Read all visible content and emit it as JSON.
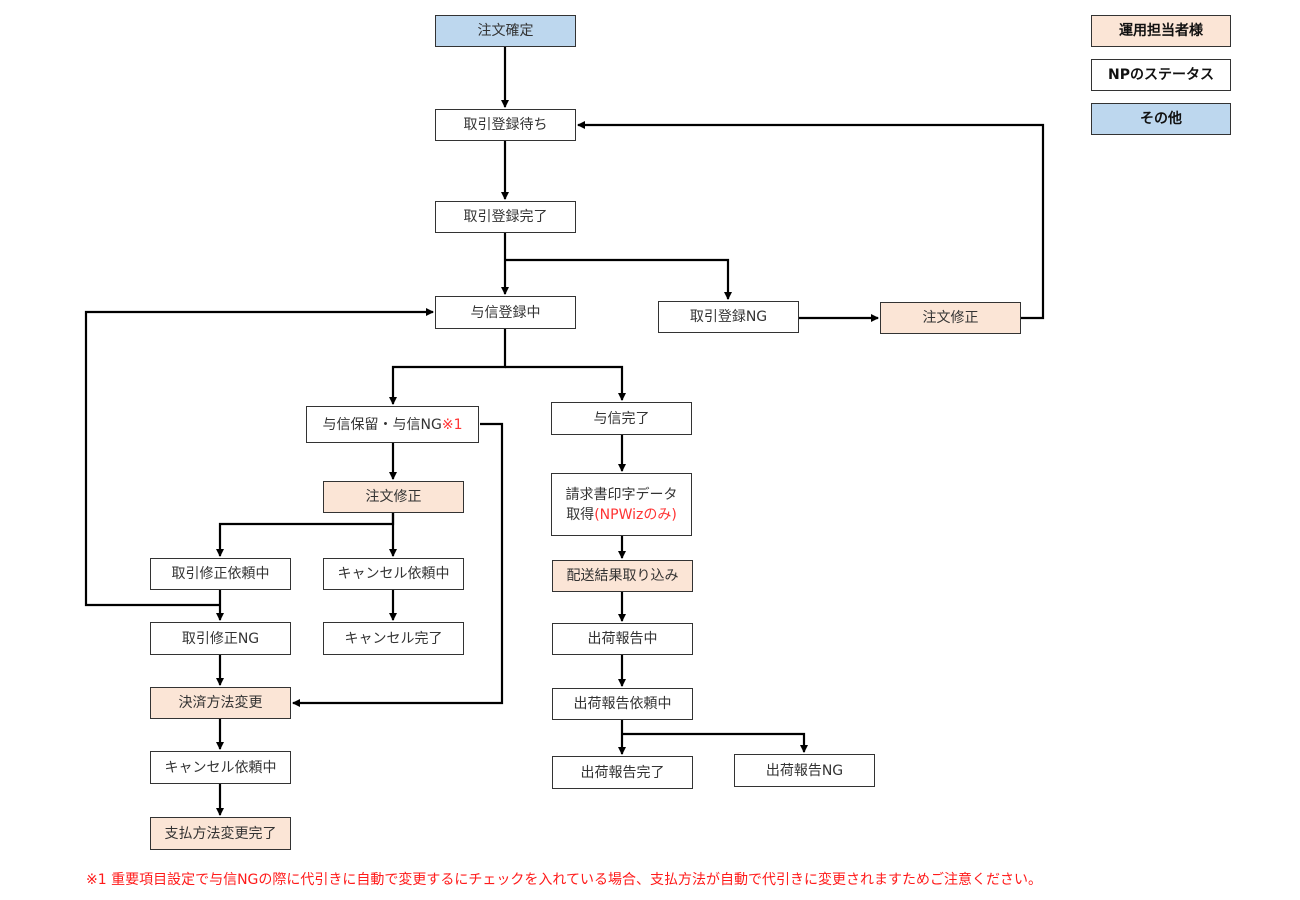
{
  "legend": {
    "operator": "運用担当者様",
    "np_status": "NPのステータス",
    "other": "その他"
  },
  "colors": {
    "operator": "#fbe5d6",
    "np_status": "#ffffff",
    "other": "#bdd7ee",
    "note": "#ff1a1a"
  },
  "nodes": {
    "order_confirmed": "注文確定",
    "txn_reg_waiting": "取引登録待ち",
    "txn_reg_done": "取引登録完了",
    "credit_registering": "与信登録中",
    "txn_reg_ng": "取引登録NG",
    "order_fix_1": "注文修正",
    "credit_hold_ng": "与信保留・与信NG",
    "credit_hold_ng_mark": "※1",
    "credit_done": "与信完了",
    "order_fix_2": "注文修正",
    "invoice_data_line1": "請求書印字データ",
    "invoice_data_line2a": "取得",
    "invoice_data_line2b": "(NPWizのみ)",
    "delivery_import": "配送結果取り込み",
    "txn_fix_requesting": "取引修正依頼中",
    "cancel_requesting_1": "キャンセル依頼中",
    "shipping_reporting": "出荷報告中",
    "txn_fix_ng": "取引修正NG",
    "cancel_done": "キャンセル完了",
    "payment_change": "決済方法変更",
    "shipping_report_requesting": "出荷報告依頼中",
    "cancel_requesting_2": "キャンセル依頼中",
    "shipping_report_done": "出荷報告完了",
    "shipping_report_ng": "出荷報告NG",
    "payment_change_done": "支払方法変更完了"
  },
  "footnote": "※1 重要項目設定で与信NGの際に代引きに自動で変更するにチェックを入れている場合、支払方法が自動で代引きに変更されますためご注意ください。"
}
